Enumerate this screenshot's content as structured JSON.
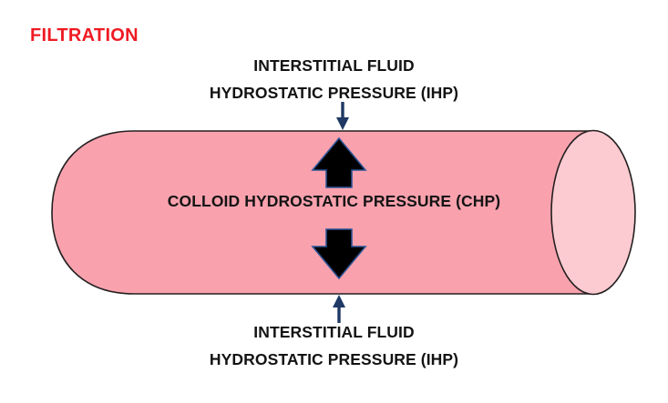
{
  "diagram": {
    "title": "FILTRATION",
    "title_color": "#ee1b23",
    "background_color": "#ffffff",
    "capillary": {
      "body_color": "#f9a2ae",
      "cap_color": "#fccbd1",
      "outline_color": "#231f20"
    },
    "labels": {
      "top": {
        "line1": "INTERSTITIAL FLUID",
        "line2": "HYDROSTATIC PRESSURE (IHP)"
      },
      "center": "COLLOID HYDROSTATIC PRESSURE (CHP)",
      "bottom": {
        "line1": "INTERSTITIAL FLUID",
        "line2": "HYDROSTATIC PRESSURE (IHP)"
      }
    },
    "arrows": {
      "thin_color": "#1f3864",
      "thick_fill": "#000000",
      "thick_outline": "#2e5496",
      "top_thin_direction": "down",
      "bottom_thin_direction": "up",
      "inner_upper_direction": "up",
      "inner_lower_direction": "down"
    }
  }
}
